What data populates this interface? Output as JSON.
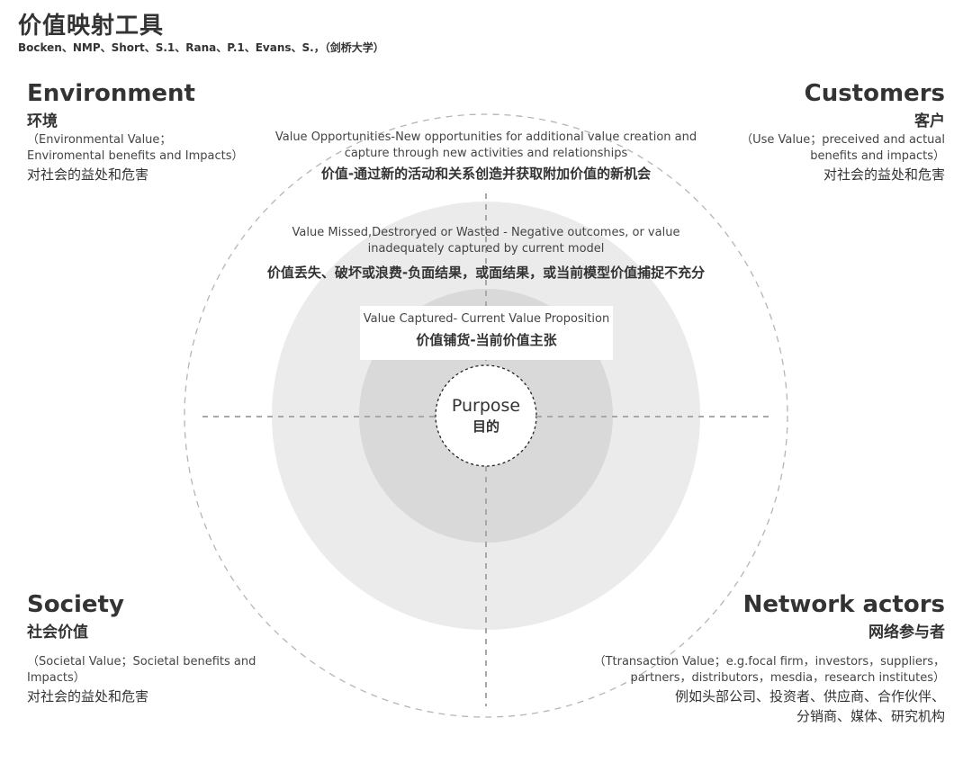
{
  "header": {
    "title": "价值映射工具",
    "subtitle": "Bocken、NMP、Short、S.1、Rana、P.1、Evans、S.，（剑桥大学）"
  },
  "environment": {
    "title": "Environment",
    "cn": "环境",
    "desc1": "（Environmental Value；",
    "desc2": "Enviromental benefits and Impacts）",
    "cn_desc": "对社会的益处和危害"
  },
  "customers": {
    "title": "Customers",
    "cn": "客户",
    "desc1": "（Use Value；preceived and actual",
    "desc2": "benefits and impacts）",
    "cn_desc": "对社会的益处和危害"
  },
  "society": {
    "title": "Society",
    "cn": "社会价值",
    "desc1": "（Societal Value；Societal benefits and",
    "desc2": "Impacts）",
    "cn_desc": "对社会的益处和危害"
  },
  "network": {
    "title": "Network actors",
    "cn": "网络参与者",
    "desc1": "（Ttransaction Value；e.g.focal firm，investors，suppliers，",
    "desc2": "partners，distributors，mesdia，research institutes）",
    "cn_desc1": "例如头部公司、投资者、供应商、合作伙伴、",
    "cn_desc2": "分销商、媒体、研究机构"
  },
  "rings": {
    "opportunities": {
      "en1": "Value Opportunities-New opportunities for additional value creation and",
      "en2": "capture through new activities and relationships",
      "cn": "价值-通过新的活动和关系创造并获取附加价值的新机会"
    },
    "missed": {
      "en1": "Value Missed,Destroryed or Wasted - Negative outcomes, or value",
      "en2": "inadequately captured by current model",
      "cn": "价值丢失、破坏或浪费-负面结果，或面结果，或当前模型价值捕捉不充分"
    },
    "captured": {
      "en": "Value Captured- Current Value Proposition",
      "cn": "价值铺货-当前价值主张"
    },
    "purpose": {
      "en": "Purpose",
      "cn": "目的"
    }
  },
  "colors": {
    "ring_opportunities": "#ffffff",
    "ring_missed": "#ebebeb",
    "ring_captured": "#d8d8d8",
    "dash": "#aaaaaa",
    "text": "#333333"
  }
}
